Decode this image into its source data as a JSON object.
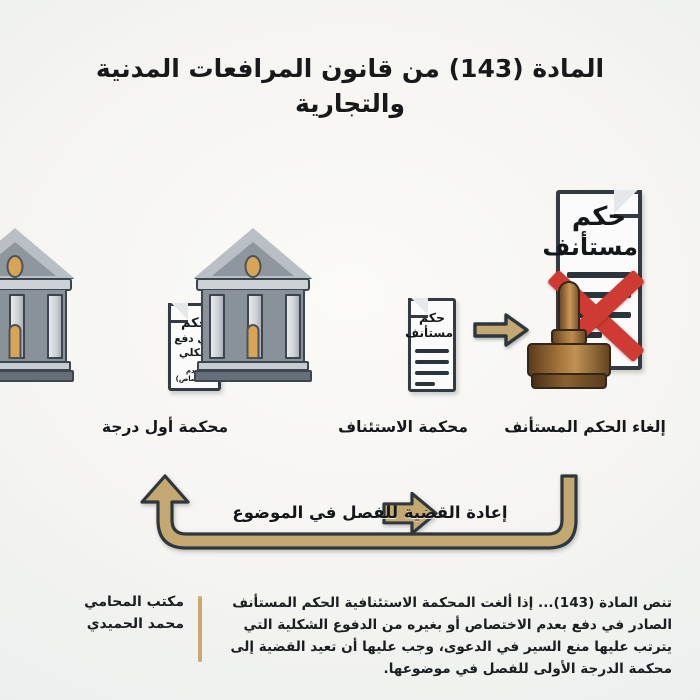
{
  "title": "المادة (143) من قانون المرافعات المدنية والتجارية",
  "colors": {
    "arrow": "#c4a871",
    "arrow_outline": "#2f373e",
    "cross_red": "#cf3a32",
    "stamp_wood": "#a5753b",
    "building_gray": "#8a9299",
    "accent_gold": "#c9a970",
    "text_dark": "#14171a"
  },
  "flow": {
    "steps": [
      {
        "id": "first-instance",
        "label": "محكمة أول درجة",
        "icon": "courthouse-icon",
        "document": {
          "icon": "document-icon",
          "line1": "حكم",
          "line2": "في دفع",
          "line3": "شكلي",
          "line4": "(عدم الاختصاص)"
        }
      },
      {
        "id": "appeal-court",
        "label": "محكمة الاستئناف",
        "icon": "courthouse-icon",
        "document": {
          "icon": "document-icon",
          "line1": "حكم",
          "line2": "مستأنف"
        }
      },
      {
        "id": "revoke-judgment",
        "label": "إلغاء الحكم المستأنف",
        "icon": "stamp-icon",
        "document": {
          "icon": "document-cancelled-icon",
          "line1": "حكم",
          "line2": "مستأنف"
        },
        "overlay_icon": "red-cross-icon"
      }
    ],
    "connector_icon": "arrow-right-icon",
    "return_arrow_icon": "u-turn-arrow-icon",
    "return_text": "إعادة القضية للفصل في الموضوع"
  },
  "footer": {
    "law_text": "تنص المادة (143)... إذا ألغت المحكمة الاستئنافية الحكم المستأنف الصادر في دفع بعدم الاختصاص أو بغيره من الدفوع الشكلية التي يترتب عليها منع السير في الدعوى، وجب عليها أن تعيد القضية إلى محكمة الدرجة الأولى للفصل في موضوعها.",
    "office_line1": "مكتب المحامي",
    "office_line2": "محمد الحميدي"
  }
}
